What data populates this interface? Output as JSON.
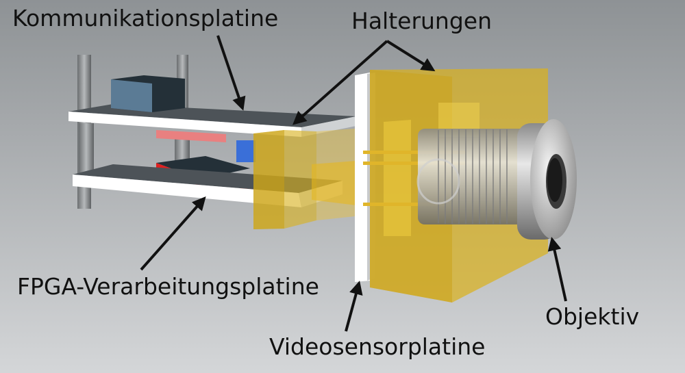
{
  "labels": {
    "communication_board": "Kommunikationsplatine",
    "mounts": "Halterungen",
    "fpga_board": "FPGA-Verarbeitungsplatine",
    "video_sensor_board": "Videosensorplatine",
    "lens": "Objektiv"
  },
  "colors": {
    "background_top": "#8e9295",
    "background_bottom": "#d4d6d8",
    "board": "#ffffff",
    "mount_yellow": "#d9b21f",
    "chip_red": "#e02020",
    "chip_blue": "#3a6fd8",
    "chip_dark": "#243038",
    "lens_metal": "#b8b8b8",
    "arrow": "#111111"
  }
}
